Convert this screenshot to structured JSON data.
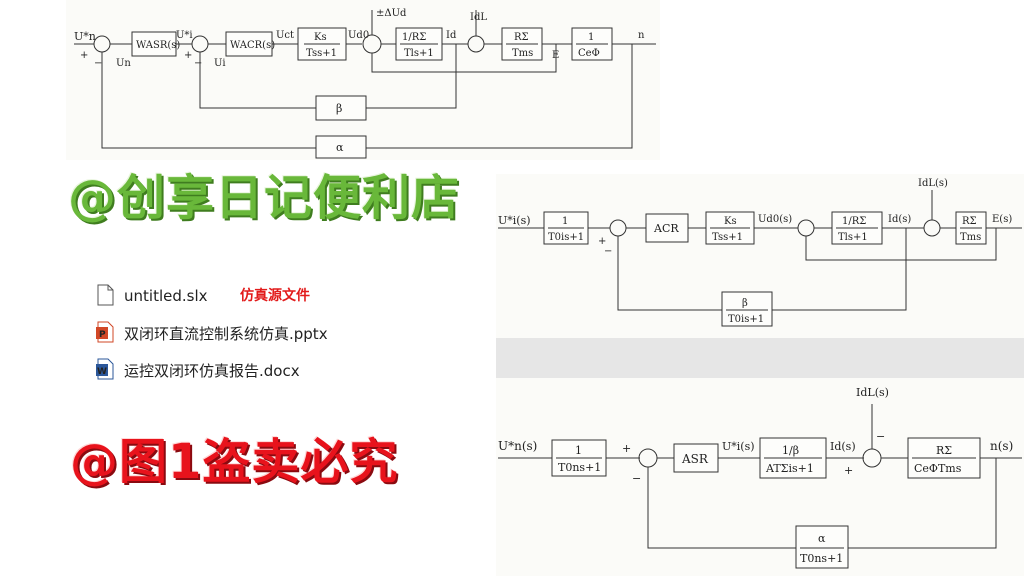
{
  "watermarks": {
    "green": "@创享日记便利店",
    "red": "@图1盗卖必究"
  },
  "files": [
    {
      "name": "untitled.slx",
      "icon": "blank-file-icon"
    },
    {
      "name": "双闭环直流控制系统仿真.pptx",
      "icon": "powerpoint-icon"
    },
    {
      "name": "运控双闭环仿真报告.docx",
      "icon": "word-icon"
    }
  ],
  "source_tag": "仿真源文件",
  "colors": {
    "green": "#69b83a",
    "red": "#e8131c",
    "ppt": "#d24726",
    "word": "#2b579a"
  },
  "diagram_top": {
    "input": "U*n",
    "plus": "+",
    "minus": "−",
    "feedback_un": "Un",
    "feedback_ui": "Ui",
    "asr": "WASR(s)",
    "ui_star": "U*i",
    "acr": "WACR(s)",
    "uct": "Uct",
    "ks_num": "Ks",
    "ks_den": "Tss+1",
    "ud0": "Ud0",
    "delta": "±ΔUd",
    "r_num": "1/RΣ",
    "r_den": "Tls+1",
    "id": "Id",
    "idl": "IdL",
    "rm_num": "RΣ",
    "rm_den": "Tms",
    "e": "E",
    "ce_num": "1",
    "ce_den": "CeΦ",
    "n": "n",
    "beta": "β",
    "alpha": "α"
  },
  "diagram_mid": {
    "input": "U*i(s)",
    "f_num": "1",
    "f_den": "T0is+1",
    "acr": "ACR",
    "ks_num": "Ks",
    "ks_den": "Tss+1",
    "ud0": "Ud0(s)",
    "r_num": "1/RΣ",
    "r_den": "Tls+1",
    "id": "Id(s)",
    "idl": "IdL(s)",
    "rm_num": "RΣ",
    "rm_den": "Tms",
    "e": "E(s)",
    "b_num": "β",
    "b_den": "T0is+1",
    "plus": "+",
    "minus": "−"
  },
  "diagram_bot": {
    "input": "U*n(s)",
    "f_num": "1",
    "f_den": "T0ns+1",
    "asr": "ASR",
    "ui": "U*i(s)",
    "k_num": "1/β",
    "k_den": "ATΣis+1",
    "id": "Id(s)",
    "idl": "IdL(s)",
    "m_num": "RΣ",
    "m_den": "CeΦTms",
    "n": "n(s)",
    "a_num": "α",
    "a_den": "T0ns+1",
    "plus": "+",
    "minus": "−"
  }
}
